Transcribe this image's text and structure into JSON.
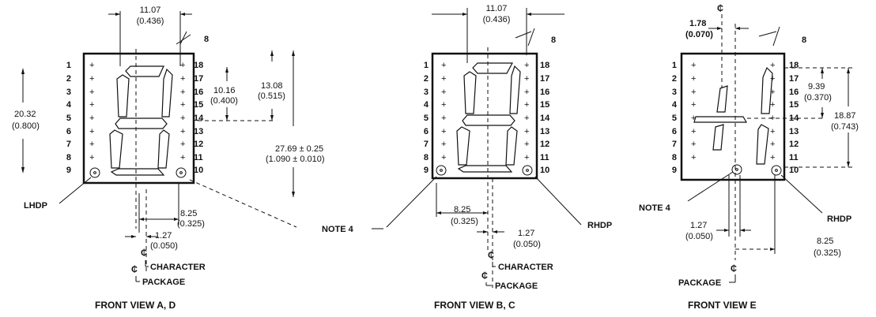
{
  "views": [
    {
      "title": "FRONT VIEW A, D",
      "pins_left": [
        "1",
        "2",
        "3",
        "4",
        "5",
        "6",
        "7",
        "8",
        "9"
      ],
      "pins_right": [
        "18",
        "17",
        "16",
        "15",
        "14",
        "13",
        "12",
        "11",
        "10"
      ],
      "dims": {
        "char_width": "11.07",
        "char_width_in": "(0.436)",
        "slant": "8",
        "char_height": "20.32",
        "char_height_in": "(0.800)",
        "half_height": "10.16",
        "half_height_in": "(0.400)",
        "upper_height": "13.08",
        "upper_height_in": "(0.515)",
        "pkg_height": "27.69 ± 0.25",
        "pkg_height_in": "(1.090 ± 0.010)",
        "pin_span": "8.25",
        "pin_span_in": "(0.325)",
        "offset": "1.27",
        "offset_in": "(0.050)"
      },
      "labels": {
        "dp": "LHDP",
        "note": "NOTE 4",
        "char_cl": "CHARACTER",
        "pkg_cl": "PACKAGE"
      }
    },
    {
      "title": "FRONT VIEW B, C",
      "pins_left": [
        "1",
        "2",
        "3",
        "4",
        "5",
        "6",
        "7",
        "8",
        "9"
      ],
      "pins_right": [
        "18",
        "17",
        "16",
        "15",
        "14",
        "13",
        "12",
        "11",
        "10"
      ],
      "dims": {
        "char_width": "11.07",
        "char_width_in": "(0.436)",
        "slant": "8",
        "pin_span": "8.25",
        "pin_span_in": "(0.325)",
        "offset": "1.27",
        "offset_in": "(0.050)"
      },
      "labels": {
        "dp": "RHDP",
        "char_cl": "CHARACTER",
        "pkg_cl": "PACKAGE"
      }
    },
    {
      "title": "FRONT VIEW E",
      "pins_left": [
        "1",
        "2",
        "3",
        "4",
        "5",
        "6",
        "7",
        "8",
        "9"
      ],
      "pins_right": [
        "18",
        "17",
        "16",
        "15",
        "14",
        "13",
        "12",
        "11",
        "10"
      ],
      "dims": {
        "seg_offset": "1.78",
        "seg_offset_in": "(0.070)",
        "slant": "8",
        "half_height": "9.39",
        "half_height_in": "(0.370)",
        "char_height": "18.87",
        "char_height_in": "(0.743)",
        "offset": "1.27",
        "offset_in": "(0.050)",
        "pin_span": "8.25",
        "pin_span_in": "(0.325)"
      },
      "labels": {
        "dp": "RHDP",
        "note": "NOTE 4",
        "pkg_cl": "PACKAGE"
      }
    }
  ],
  "symbols": {
    "centerline": "₵"
  }
}
